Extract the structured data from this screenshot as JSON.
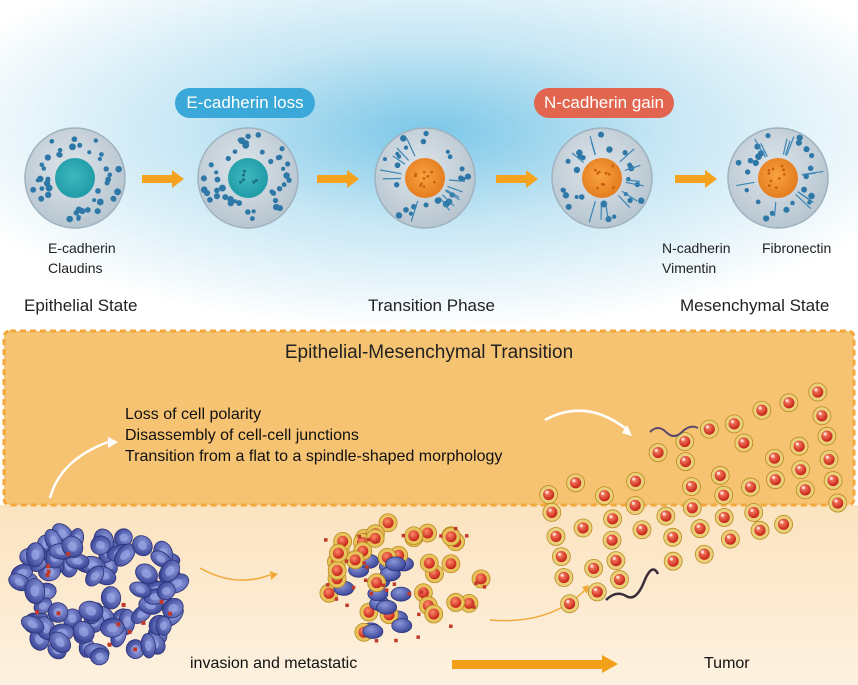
{
  "pills": {
    "ecadherin_loss": "E-cadherin loss",
    "ncadherin_gain": "N-cadherin gain"
  },
  "markers": {
    "epithelial": [
      "E-cadherin",
      "Claudins"
    ],
    "mesenchymal_left": [
      "N-cadherin",
      "Vimentin"
    ],
    "mesenchymal_right": "Fibronectin"
  },
  "states": {
    "epithelial": "Epithelial State",
    "transition": "Transition Phase",
    "mesenchymal": "Mesenchymal State"
  },
  "emt": {
    "title": "Epithelial-Mesenchymal Transition",
    "features": [
      "Loss of cell polarity",
      "Disassembly of cell-cell junctions",
      "Transition from a flat to a spindle-shaped morphology"
    ]
  },
  "bottom": {
    "invasion": "invasion and metastatic",
    "tumor": "Tumor"
  },
  "colors": {
    "pill_blue": "#3aa8d8",
    "pill_red": "#e2664f",
    "arrow_orange": "#f5a31f",
    "band_orange": "#f6c372",
    "cell_blue": "#4f5bb0",
    "tumor_red": "#d03a2a"
  }
}
